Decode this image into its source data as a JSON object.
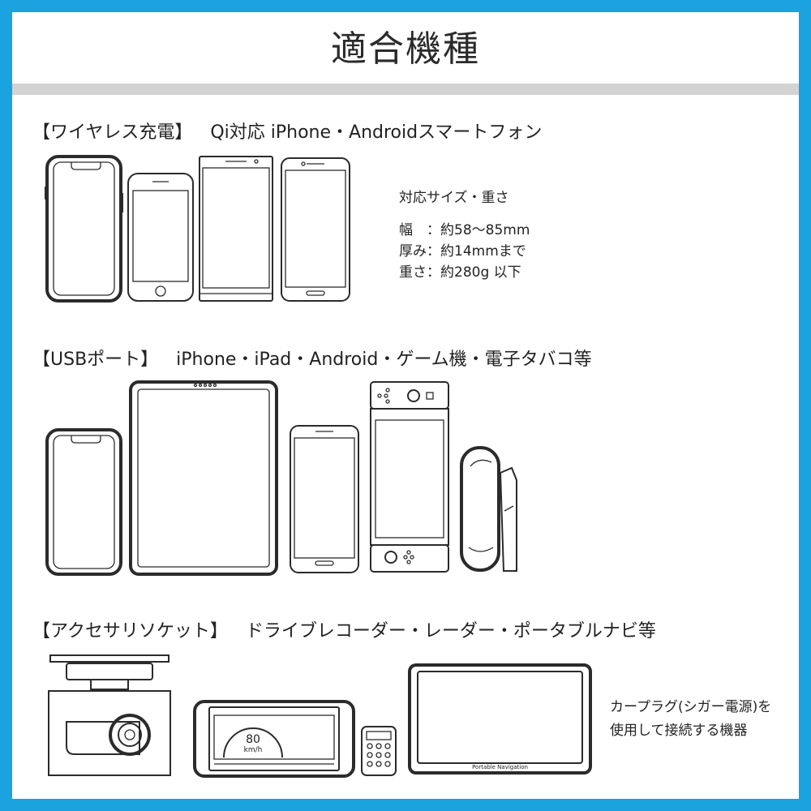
{
  "title": "適合機種",
  "colors": {
    "frame": "#1aa3df",
    "bar": "#d3d3d3",
    "line": "#2b2b2b"
  },
  "sections": {
    "wireless": {
      "label": "【ワイヤレス充電】",
      "desc": "Qi対応 iPhone・Androidスマートフォン",
      "spec_title": "対応サイズ・重さ",
      "spec_rows": [
        {
          "key": "幅　：",
          "value": "約58〜85mm"
        },
        {
          "key": "厚み：",
          "value": "約14mmまで"
        },
        {
          "key": "重さ：",
          "value": "約280g 以下"
        }
      ],
      "devices": [
        "iphone-x-icon",
        "iphone-8-icon",
        "android-phone-icon",
        "android-phone-icon"
      ]
    },
    "usb": {
      "label": "【USBポート】",
      "desc": "iPhone・iPad・Android・ゲーム機・電子タバコ等",
      "devices": [
        "iphone-x-icon",
        "ipad-icon",
        "android-phone-icon",
        "game-console-icon",
        "e-cigarette-icon"
      ]
    },
    "accessory": {
      "label": "【アクセサリソケット】",
      "desc": "ドライブレコーダー・レーダー・ポータブルナビ等",
      "speed_value": "80",
      "speed_unit": "km/h",
      "navi_label": "Portable Navigation",
      "note_lines": [
        "カープラグ(シガー電源)を",
        "使用して接続する機器"
      ],
      "devices": [
        "dashcam-icon",
        "radar-detector-icon",
        "remote-icon",
        "portable-navigation-icon"
      ]
    }
  }
}
